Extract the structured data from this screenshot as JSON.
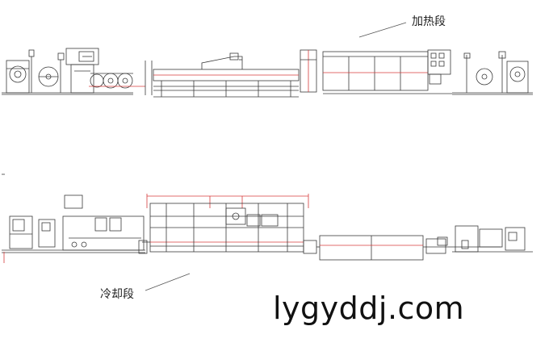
{
  "labels": {
    "heating_section": "加热段",
    "cooling_section": "冷却段"
  },
  "watermark": "lygyddj.com",
  "colors": {
    "outline": "#3a3a3a",
    "accent_red": "#d63b3b",
    "background": "#ffffff"
  }
}
